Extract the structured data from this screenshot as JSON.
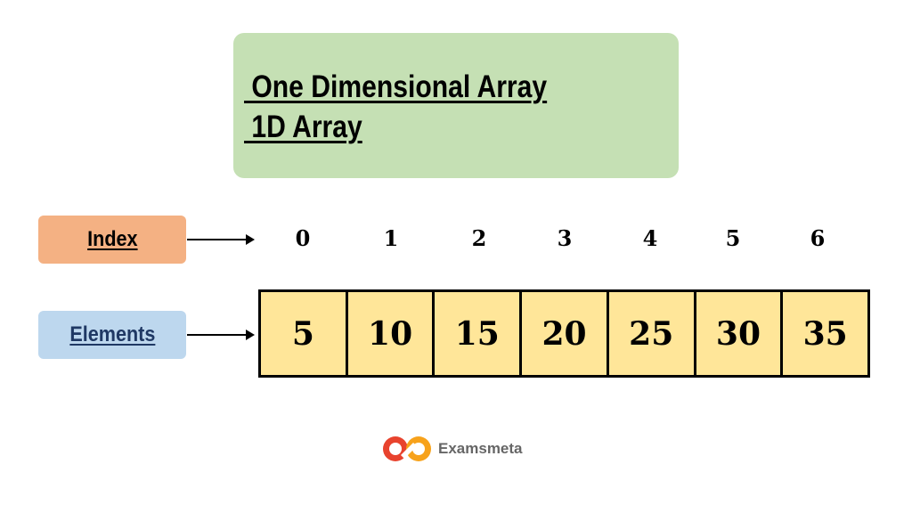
{
  "title": {
    "line1": " One Dimensional Array",
    "line2": " 1D Array"
  },
  "labels": {
    "index": "Index",
    "elements": "Elements"
  },
  "array": {
    "indices": [
      "0",
      "1",
      "2",
      "3",
      "4",
      "5",
      "6"
    ],
    "elements": [
      "5",
      "10",
      "15",
      "20",
      "25",
      "30",
      "35"
    ]
  },
  "brand": {
    "name": "Examsmeta"
  },
  "colors": {
    "title_bg": "#c5e0b4",
    "index_label_bg": "#f4b183",
    "elements_label_bg": "#bdd7ee",
    "cell_bg": "#ffe699",
    "elements_label_text": "#1f3864"
  }
}
